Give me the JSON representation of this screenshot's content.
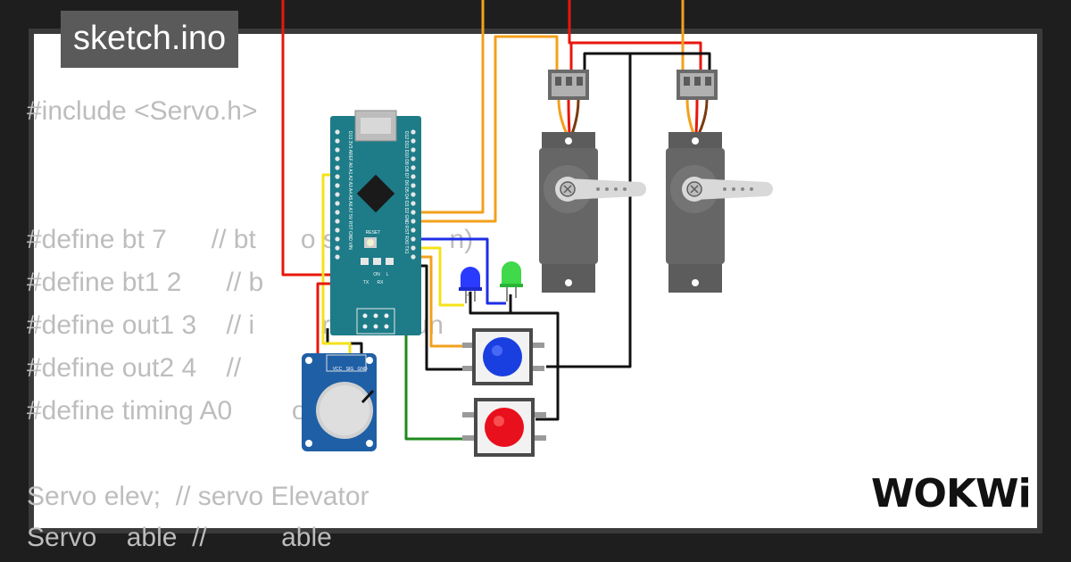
{
  "app": {
    "file_tab": "sketch.ino",
    "brand": "WOKWi"
  },
  "code_lines": [
    "#include <Servo.h>",
    "",
    "",
    "#define bt 7      // bt      o stop (m     n)",
    "#define bt1 2      // b           reset (      )",
    "#define out1 3    // i         r timer run",
    "#define out2 4    //        or in       ",
    "#define timing A0        opsi",
    "",
    "Servo elev;  // servo Elevator",
    "Servo    able  //          able"
  ],
  "board": {
    "reset_label": "RESET",
    "on_label": "ON",
    "l_label": "L",
    "tx_label": "TX",
    "rx_label": "RX",
    "left_pins_label": "D13 3V3 AREF A0 A1 A2 A3 A4 A5 A6 A7 5V RST GND VIN",
    "right_pins_label": "D12 D11 D10 D9 D8 D7 D6 D5 D4 D3 D2 GND RST RX0 TX1"
  },
  "potentiometer": {
    "pin_vcc": "VCC",
    "pin_sig": "SIG",
    "pin_gnd": "GND"
  },
  "colors": {
    "wire_red": "#e8170c",
    "wire_orange": "#f3a01c",
    "wire_black": "#111111",
    "wire_yellow": "#f5e21b",
    "wire_blue": "#1f2ee6",
    "wire_green": "#1e8a1e",
    "board_teal": "#1d7c88",
    "pot_blue": "#1f5fa6",
    "servo_gray": "#5c5c5c",
    "button_blue": "#1a3fe0",
    "button_red": "#e8101c",
    "led_blue": "#2a3bff",
    "led_green": "#3fd94a"
  },
  "icons": [
    "servo-motor-icon",
    "arduino-nano-icon",
    "potentiometer-icon",
    "pushbutton-icon",
    "led-icon",
    "wokwi-logo-icon"
  ]
}
